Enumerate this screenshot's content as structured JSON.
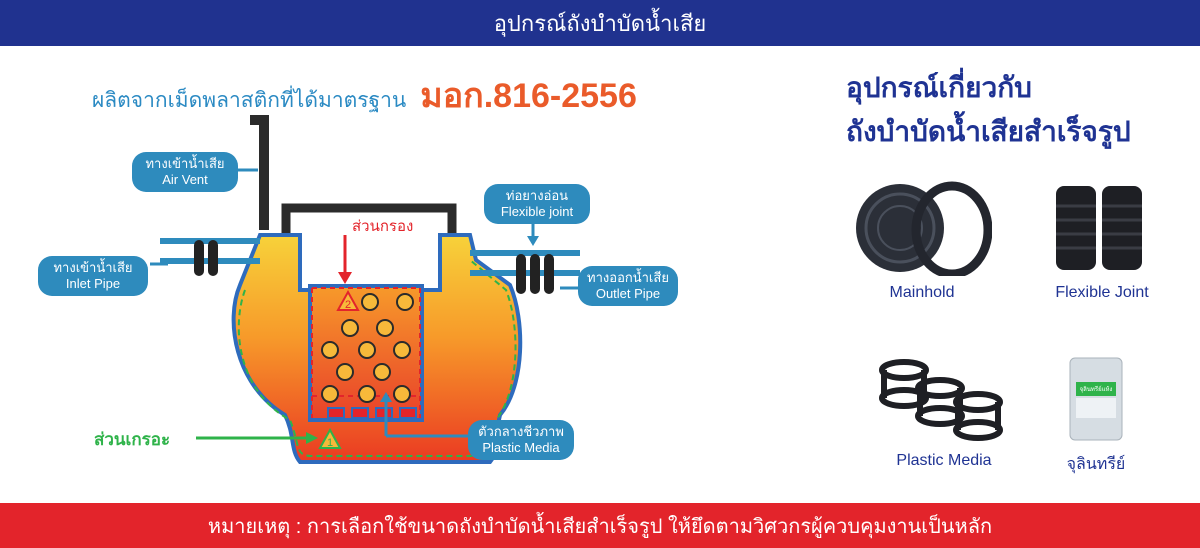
{
  "header": {
    "title": "อุปกรณ์ถังบำบัดน้ำเสีย"
  },
  "standard": {
    "text": "ผลิตจากเม็ดพลาสติกที่ได้มาตรฐาน",
    "code": "มอก.816-2556"
  },
  "diagram": {
    "tags": {
      "air_vent": {
        "th": "ทางเข้าน้ำเสีย",
        "en": "Air Vent"
      },
      "inlet": {
        "th": "ทางเข้าน้ำเสีย",
        "en": "Inlet Pipe"
      },
      "flexible_joint": {
        "th": "ท่อยางอ่อน",
        "en": "Flexible joint"
      },
      "outlet": {
        "th": "ทางออกน้ำเสีย",
        "en": "Outlet Pipe"
      },
      "plastic_media": {
        "th": "ตัวกลางชีวภาพ",
        "en": "Plastic Media"
      }
    },
    "filter_label": "ส่วนกรอง",
    "sediment_label": "ส่วนเกรอะ",
    "marker_filter": "2",
    "marker_sediment": "1"
  },
  "accessories": {
    "title_line1": "อุปกรณ์เกี่ยวกับ",
    "title_line2": "ถังบำบัดน้ำเสียสำเร็จรูป",
    "items": [
      {
        "label": "Mainhold",
        "icon": "manhole-cover-icon"
      },
      {
        "label": "Flexible Joint",
        "icon": "flexible-joint-icon"
      },
      {
        "label": "Plastic Media",
        "icon": "plastic-media-icon"
      },
      {
        "label": "จุลินทรีย์",
        "icon": "microbe-bag-icon"
      }
    ],
    "bag_text": "จุลินทรีย์แห้ง"
  },
  "footer": {
    "note": "หมายเหตุ : การเลือกใช้ขนาดถังบำบัดน้ำเสียสำเร็จรูป ให้ยึดตามวิศวกรผู้ควบคุมงานเป็นหลัก"
  },
  "colors": {
    "header_bg": "#20328f",
    "footer_bg": "#e3242b",
    "tag_bg": "#2e8bbd",
    "accent_orange": "#ea5b2a",
    "accent_green": "#2fb34a"
  }
}
